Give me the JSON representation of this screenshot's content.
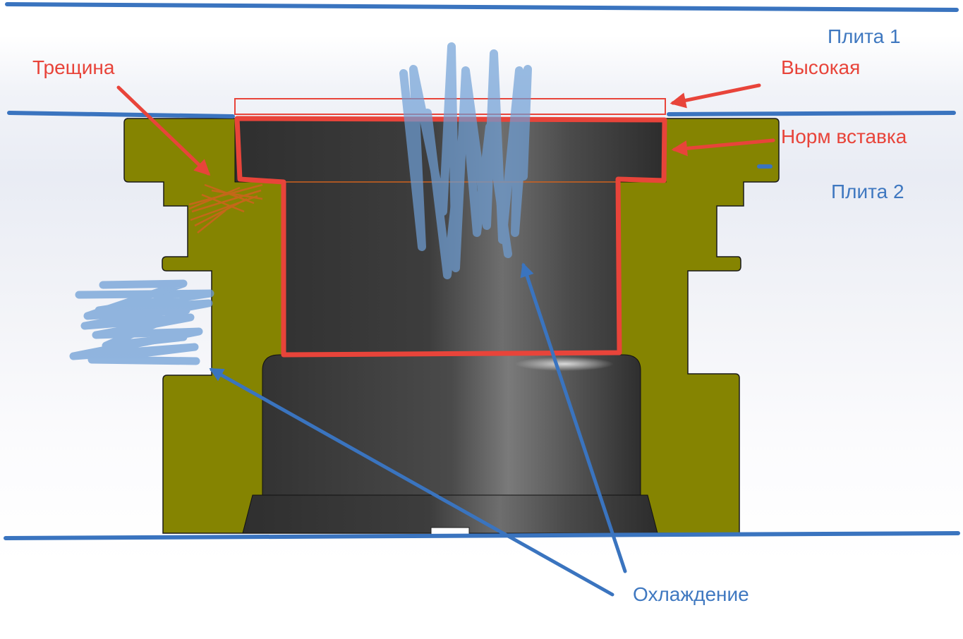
{
  "labels": {
    "plate1": "Плита 1",
    "plate2": "Плита 2",
    "crack": "Трещина",
    "high": "Высокая",
    "normal_insert": "Норм вставка",
    "cooling": "Охлаждение"
  },
  "colors": {
    "plate_line": "#3a74bf",
    "annotation_red": "#e8443a",
    "body_olive": "#858401",
    "insert_dark": "#3a3a3a",
    "cooling_scribble": "#6f9fd6",
    "crack_hatch": "#d0621e"
  }
}
